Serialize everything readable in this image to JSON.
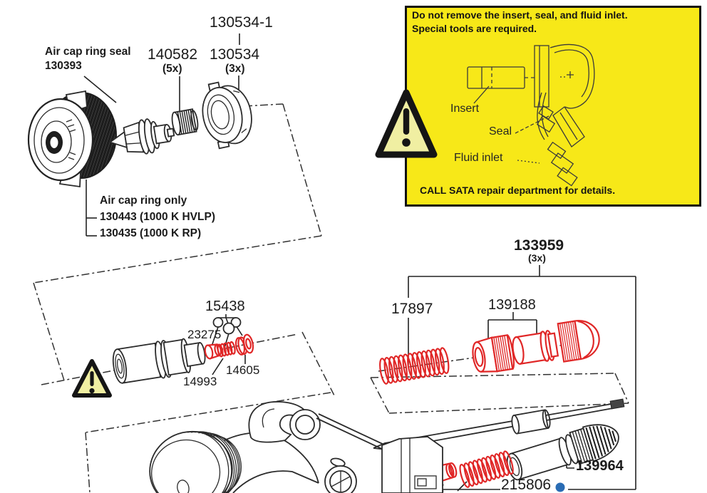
{
  "colors": {
    "line": "#2b2b2b",
    "red_parts": "#e02727",
    "blue_dot": "#2a6cb4",
    "warning_box_yellow": "#f7e818",
    "triangle_fill_yellow": "#f0efa2"
  },
  "warning_box": {
    "line1": "Do not remove the insert, seal, and fluid inlet.",
    "line2": "Special tools are required.",
    "insert_label": "Insert",
    "seal_label": "Seal",
    "fluid_inlet_label": "Fluid inlet",
    "footer": "CALL SATA repair department for details."
  },
  "parts": {
    "p130534_1": "130534-1",
    "air_cap_ring_seal": {
      "name": "Air cap ring seal",
      "number": "130393"
    },
    "p140582": {
      "number": "140582",
      "qty": "(5x)"
    },
    "p130534": {
      "number": "130534",
      "qty": "(3x)"
    },
    "air_cap_ring_only": {
      "name": "Air cap ring only",
      "hvlp": "130443 (1000 K HVLP)",
      "rp": "130435 (1000 K RP)"
    },
    "p15438": "15438",
    "p23275": "23275",
    "p14993": "14993",
    "p14605": "14605",
    "p133959": {
      "number": "133959",
      "qty": "(3x)"
    },
    "p17897": "17897",
    "p139188": "139188",
    "p139964": "139964",
    "p215806": "215806"
  }
}
